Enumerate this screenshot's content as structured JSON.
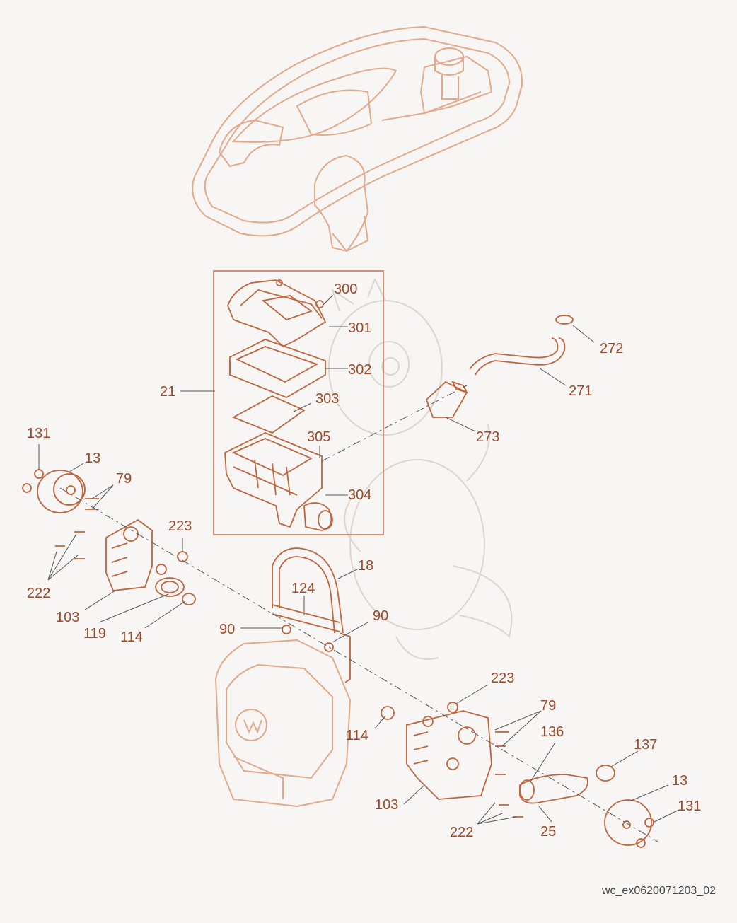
{
  "colors": {
    "background": "#f7f6f5",
    "part_stroke": "#c0643c",
    "faint_stroke": "#e3a98b",
    "label": "#9c4828",
    "watermark": "#d8d2cc"
  },
  "callouts": [
    {
      "id": "c300",
      "text": "300"
    },
    {
      "id": "c301",
      "text": "301"
    },
    {
      "id": "c302",
      "text": "302"
    },
    {
      "id": "c303",
      "text": "303"
    },
    {
      "id": "c305",
      "text": "305"
    },
    {
      "id": "c304",
      "text": "304"
    },
    {
      "id": "c21",
      "text": "21"
    },
    {
      "id": "c272",
      "text": "272"
    },
    {
      "id": "c271",
      "text": "271"
    },
    {
      "id": "c273",
      "text": "273"
    },
    {
      "id": "c131a",
      "text": "131"
    },
    {
      "id": "c13a",
      "text": "13"
    },
    {
      "id": "c79a",
      "text": "79"
    },
    {
      "id": "c223a",
      "text": "223"
    },
    {
      "id": "c222a",
      "text": "222"
    },
    {
      "id": "c103a",
      "text": "103"
    },
    {
      "id": "c119",
      "text": "119"
    },
    {
      "id": "c114a",
      "text": "114"
    },
    {
      "id": "c18",
      "text": "18"
    },
    {
      "id": "c124",
      "text": "124"
    },
    {
      "id": "c90a",
      "text": "90"
    },
    {
      "id": "c90b",
      "text": "90"
    },
    {
      "id": "c223b",
      "text": "223"
    },
    {
      "id": "c79b",
      "text": "79"
    },
    {
      "id": "c136",
      "text": "136"
    },
    {
      "id": "c137",
      "text": "137"
    },
    {
      "id": "c114b",
      "text": "114"
    },
    {
      "id": "c103b",
      "text": "103"
    },
    {
      "id": "c13b",
      "text": "13"
    },
    {
      "id": "c131b",
      "text": "131"
    },
    {
      "id": "c222b",
      "text": "222"
    },
    {
      "id": "c25",
      "text": "25"
    }
  ],
  "figure_id": "wc_ex0620071203_02"
}
